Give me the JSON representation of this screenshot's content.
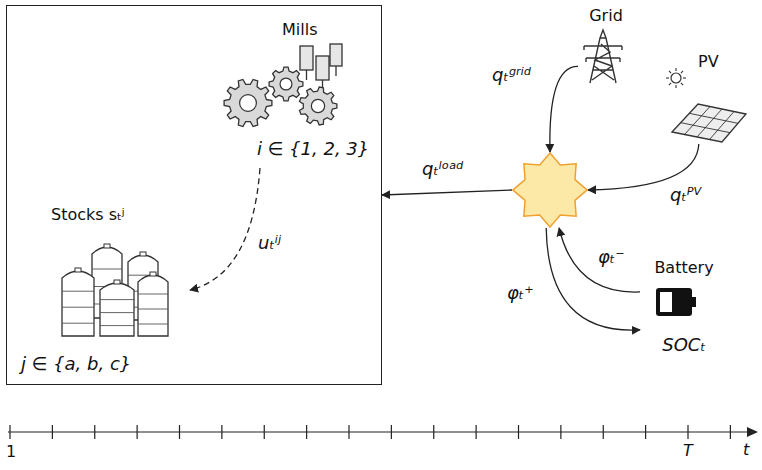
{
  "diagram": {
    "nodes": [
      {
        "text": []
      },
      {
        "text": [
          "Mills",
          "i ∈ {1, 2, 3}"
        ],
        "in": 0
      },
      {
        "text": [
          "Stocks sₜʲ",
          "j ∈ {a, b, c}"
        ],
        "in": 0
      },
      {
        "text": [
          "Grid"
        ]
      },
      {
        "text": [
          "PV"
        ]
      },
      {
        "text": []
      },
      {
        "text": [
          "Battery",
          "SOCₜ"
        ]
      }
    ],
    "edges": [
      {
        "from": 3,
        "to": 5,
        "label": "qₜᵍʳⁱᵈ",
        "arrow": "to"
      },
      {
        "from": 4,
        "to": 5,
        "label": "qₜᴾⱽ",
        "arrow": "to"
      },
      {
        "from": 5,
        "to": 0,
        "label": "qₜˡᵒᵃᵈ",
        "arrow": "to"
      },
      {
        "from": 6,
        "to": 5,
        "label": "φₜ⁻",
        "arrow": "to"
      },
      {
        "from": 5,
        "to": 6,
        "label": "φₜ⁺",
        "arrow": "to"
      },
      {
        "from": 1,
        "to": 2,
        "label": "uₜⁱʲ",
        "arrow": "to"
      }
    ],
    "labels": [
      "1",
      "T",
      "t"
    ]
  }
}
